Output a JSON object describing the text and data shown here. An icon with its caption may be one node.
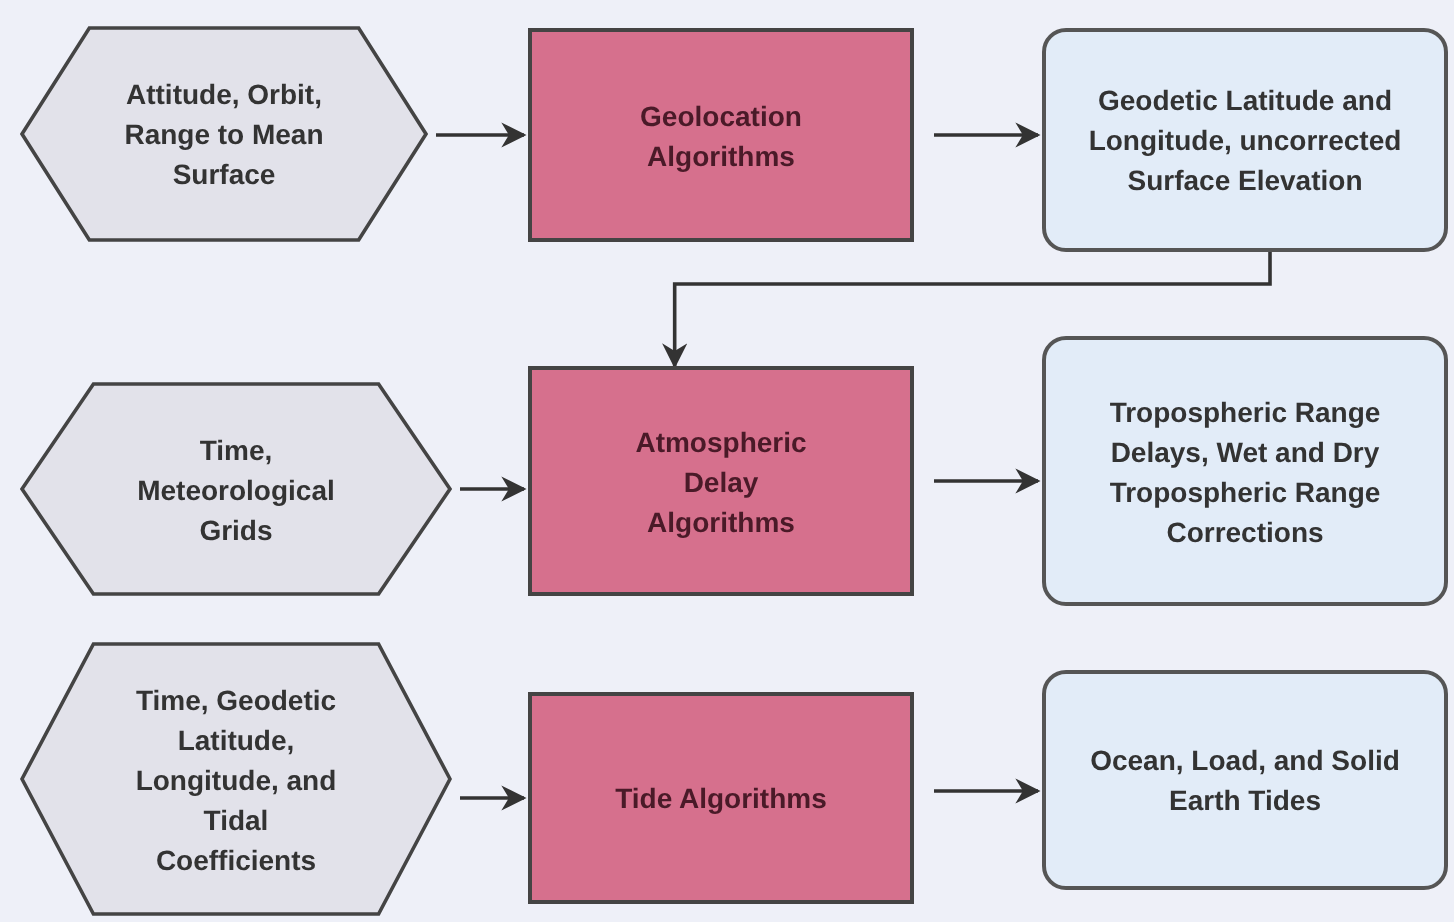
{
  "diagram": {
    "nodes": [
      {
        "text": [
          "Attitude, Orbit, Range to Mean Surface"
        ]
      },
      {
        "text": [
          "Geolocation Algorithms"
        ]
      },
      {
        "text": [
          "Geodetic Latitude and Longitude, uncorrected Surface Elevation"
        ]
      },
      {
        "text": [
          "Time, Meteorological Grids"
        ]
      },
      {
        "text": [
          "Atmospheric Delay Algorithms"
        ]
      },
      {
        "text": [
          "Tropospheric Range Delays, Wet and Dry Tropospheric Range Corrections"
        ]
      },
      {
        "text": [
          "Time, Geodetic Latitude, Longitude, and Tidal Coefficients"
        ]
      },
      {
        "text": [
          "Tide Algorithms"
        ]
      },
      {
        "text": [
          "Ocean, Load, and Solid Earth Tides"
        ]
      }
    ],
    "edges": [
      {
        "from": 0,
        "to": 1,
        "arrow": "to"
      },
      {
        "from": 1,
        "to": 2,
        "arrow": "to"
      },
      {
        "from": 2,
        "to": 4,
        "arrow": "to"
      },
      {
        "from": 3,
        "to": 4,
        "arrow": "to"
      },
      {
        "from": 4,
        "to": 5,
        "arrow": "to"
      },
      {
        "from": 6,
        "to": 7,
        "arrow": "to"
      },
      {
        "from": 7,
        "to": 8,
        "arrow": "to"
      }
    ]
  }
}
